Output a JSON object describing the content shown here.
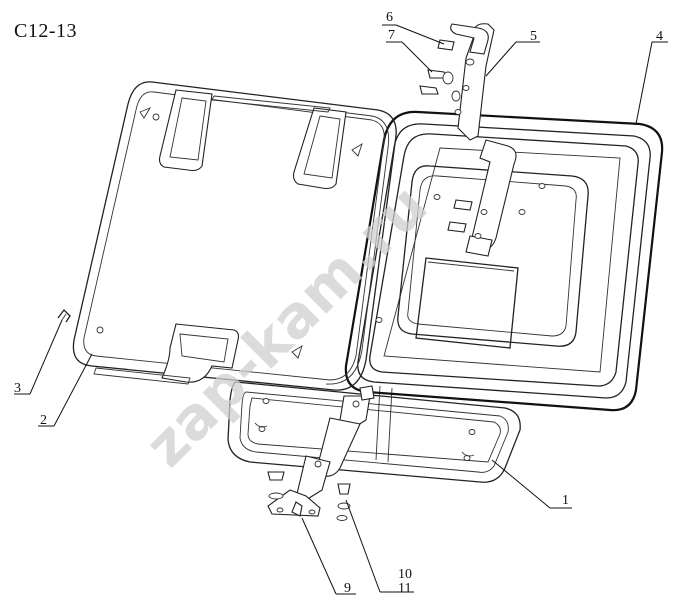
{
  "drawing_code": "C12-13",
  "watermark": "zap-kam.ru",
  "callouts": [
    "1",
    "2",
    "3",
    "4",
    "5",
    "6",
    "7",
    "9",
    "10",
    "11"
  ]
}
